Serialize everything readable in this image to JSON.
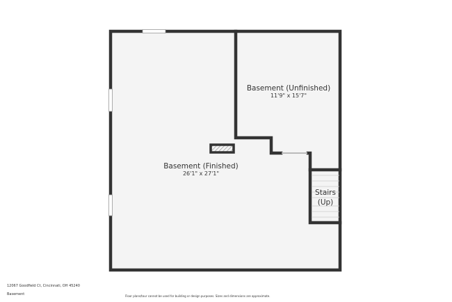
{
  "rooms": [
    {
      "name": "Basement (Unfinished)",
      "dimensions": "11'9\" x 15'7\""
    },
    {
      "name": "Basement (Finished)",
      "dimensions": "26'1\" x 27'1\""
    },
    {
      "name": "Stairs",
      "name2": "(Up)"
    }
  ],
  "footer": {
    "address": "12067 Goodfield Ct, Cincinnati, OH 45240",
    "floor": "Basement",
    "disclaimer": "Floor plans/tour cannot be used for building or design purposes. Sizes and dimensions are approximate."
  },
  "colors": {
    "wall": "#333333",
    "floor": "#f4f4f4"
  }
}
